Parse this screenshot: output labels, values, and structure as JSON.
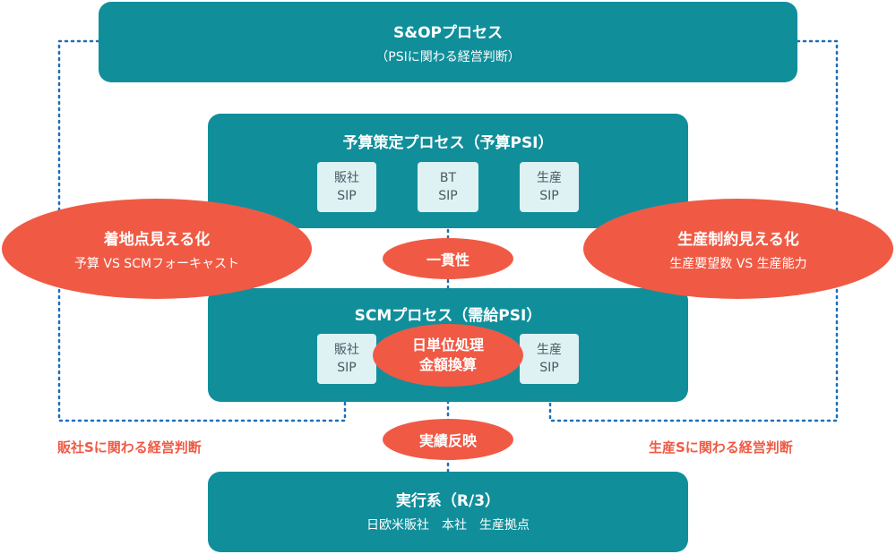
{
  "sop": {
    "title": "S&OPプロセス",
    "subtitle": "（PSIに関わる経営判断）"
  },
  "budget": {
    "title": "予算策定プロセス（予算PSI）",
    "sips": [
      {
        "line1": "販社",
        "line2": "SIP"
      },
      {
        "line1": "BT",
        "line2": "SIP"
      },
      {
        "line1": "生産",
        "line2": "SIP"
      }
    ]
  },
  "scm": {
    "title": "SCMプロセス（需給PSI）",
    "sips": [
      {
        "line1": "販社",
        "line2": "SIP"
      },
      {
        "line1": "生産",
        "line2": "SIP"
      }
    ]
  },
  "execution": {
    "title": "実行系（R/3）",
    "subtitle": "日欧米販社　本社　生産拠点"
  },
  "highlights": {
    "left": {
      "title": "着地点見える化",
      "subtitle": "予算 VS SCMフォーキャスト"
    },
    "right": {
      "title": "生産制約見える化",
      "subtitle": "生産要望数 VS 生産能力"
    },
    "consistency": "一貫性",
    "daily_line1": "日単位処理",
    "daily_line2": "金額換算",
    "actual": "実績反映"
  },
  "captions": {
    "left": "販社Sに関わる経営判断",
    "right": "生産Sに関わる経営判断"
  },
  "colors": {
    "teal": "#108f9b",
    "coral": "#f05a45",
    "sip_bg": "#def1f3",
    "arrow": "#1d6fb8"
  }
}
